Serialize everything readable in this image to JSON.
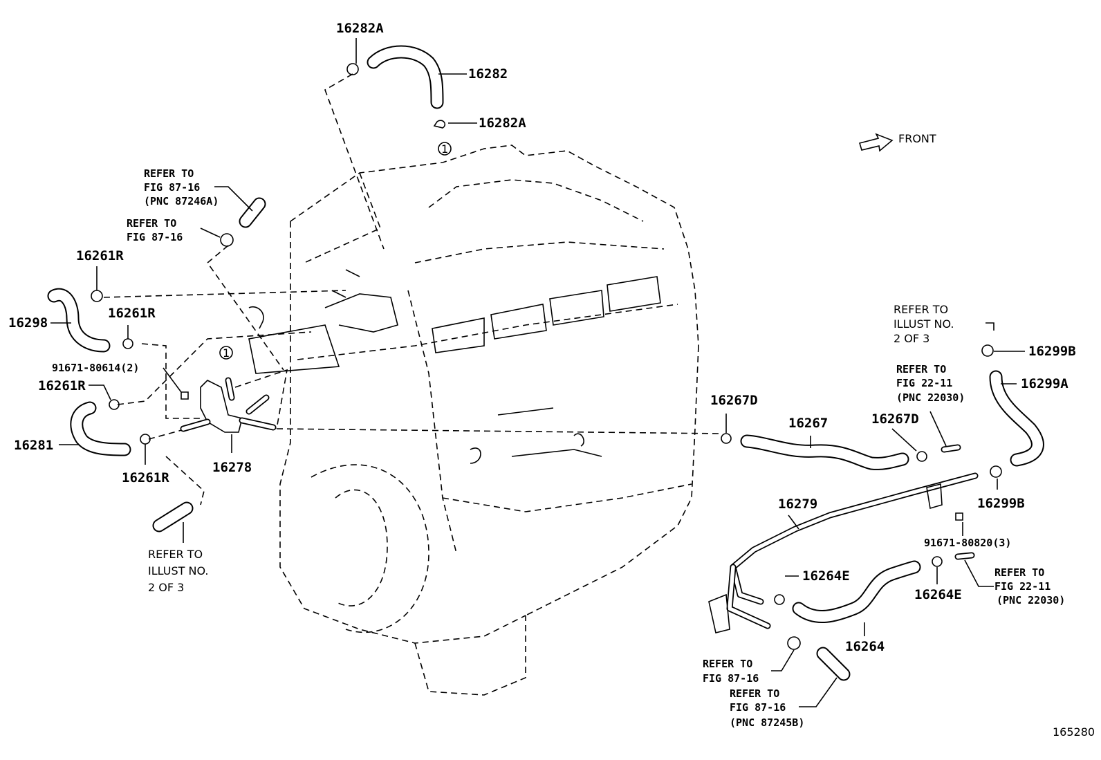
{
  "diagram": {
    "figure_number": "165280",
    "direction_label": "FRONT",
    "parts": {
      "p16282A_top": "16282A",
      "p16282": "16282",
      "p16282A_bottom": "16282A",
      "p16261R_1": "16261R",
      "p16298": "16298",
      "p16261R_2": "16261R",
      "p91671_80614": "91671-80614(2)",
      "p16261R_3": "16261R",
      "p16281": "16281",
      "p16261R_4": "16261R",
      "p16278": "16278",
      "p16267D_1": "16267D",
      "p16267": "16267",
      "p16267D_2": "16267D",
      "p16299B_top": "16299B",
      "p16299A": "16299A",
      "p16299B_bottom": "16299B",
      "p16279": "16279",
      "p91671_80820": "91671-80820(3)",
      "p16264E_1": "16264E",
      "p16264E_2": "16264E",
      "p16264": "16264"
    },
    "refs": {
      "r1": [
        "REFER TO",
        "FIG 87-16",
        "(PNC 87246A)"
      ],
      "r2": [
        "REFER TO",
        "FIG 87-16"
      ],
      "r3": [
        "REFER TO",
        "ILLUST NO.",
        "2 OF 3"
      ],
      "r4": [
        "REFER TO",
        "ILLUST NO.",
        "2 OF 3"
      ],
      "r5": [
        "REFER TO",
        "FIG 22-11",
        "(PNC 22030)"
      ],
      "r6": [
        "REFER TO",
        "FIG 22-11",
        "(PNC 22030)"
      ],
      "r7": [
        "REFER TO",
        "FIG 87-16"
      ],
      "r8": [
        "REFER TO",
        "FIG 87-16",
        "(PNC 87245B)"
      ]
    },
    "circle_markers": [
      "1",
      "1"
    ]
  }
}
